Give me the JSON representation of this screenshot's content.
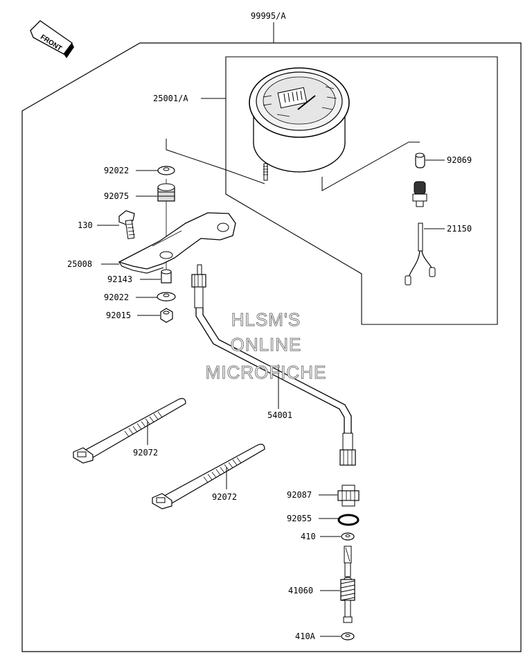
{
  "diagram": {
    "orientation_label": "FRONT",
    "assembly_label": "99995/A",
    "meter_assembly_label": "25001/A",
    "parts": {
      "washer_top": "92022",
      "damper": "92075",
      "bolt": "130",
      "bracket": "25008",
      "collar": "92143",
      "washer_bottom": "92022",
      "nut": "92015",
      "bulb": "92069",
      "socket_harness": "21150",
      "cable": "54001",
      "band_left": "92072",
      "band_right": "92072",
      "bushing": "92087",
      "o_ring": "92055",
      "washer_410": "410",
      "gear": "41060",
      "washer_410a": "410A"
    },
    "watermark": [
      "HLSM'S",
      "ONLINE",
      "MICROFICHE"
    ]
  }
}
